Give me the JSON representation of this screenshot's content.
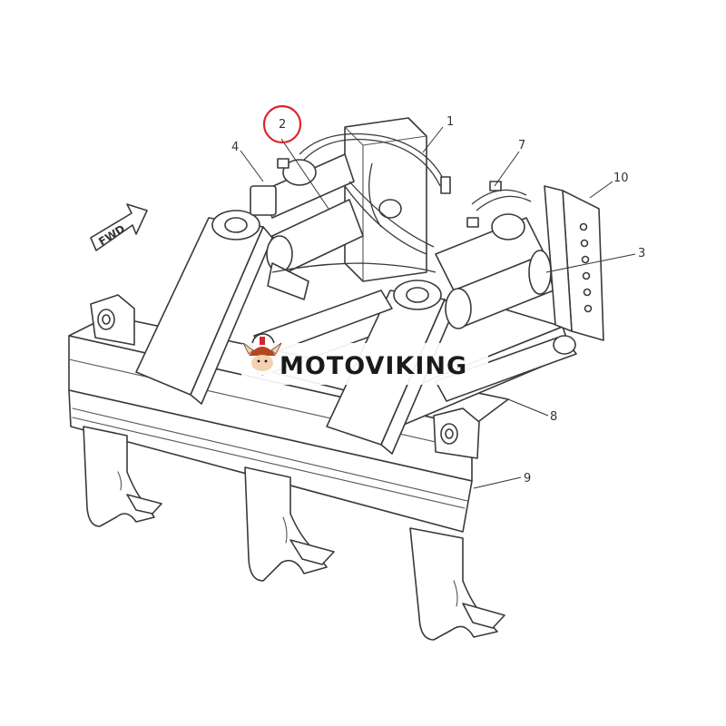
{
  "callouts": [
    {
      "id": "1",
      "label": "1"
    },
    {
      "id": "2",
      "label": "2"
    },
    {
      "id": "3",
      "label": "3"
    },
    {
      "id": "4",
      "label": "4"
    },
    {
      "id": "7",
      "label": "7"
    },
    {
      "id": "8",
      "label": "8"
    },
    {
      "id": "9",
      "label": "9"
    },
    {
      "id": "10",
      "label": "10"
    }
  ],
  "direction_arrow": {
    "label": "FWD"
  },
  "highlight": {
    "callout": "2",
    "color": "#d9262c"
  },
  "watermark": {
    "text": "MOTOVIKING",
    "text_color": "#1a1a1a",
    "logo_icon": "viking-head-icon",
    "logo_color": "#b5471f"
  },
  "colors": {
    "line": "#3a3a3a",
    "background": "#ffffff"
  }
}
